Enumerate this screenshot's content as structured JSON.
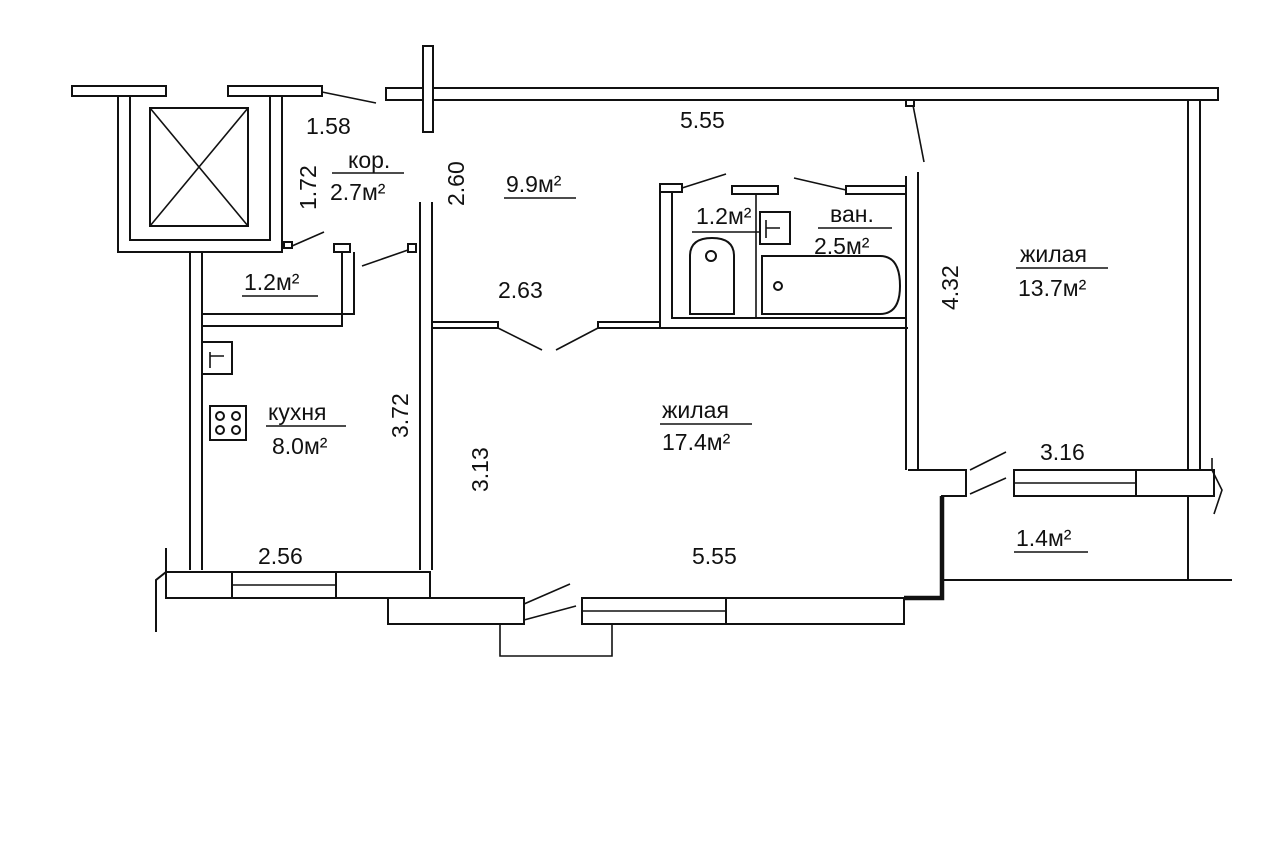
{
  "dimensions": {
    "d_1_58": "1.58",
    "d_5_55_top": "5.55",
    "d_1_72": "1.72",
    "d_2_60": "2.60",
    "d_2_63": "2.63",
    "d_4_32": "4.32",
    "d_3_72": "3.72",
    "d_3_13": "3.13",
    "d_3_16": "3.16",
    "d_2_56": "2.56",
    "d_5_55_bottom": "5.55"
  },
  "rooms": {
    "corridor_name": "кор.",
    "corridor_area": "2.7м²",
    "hall_area": "9.9м²",
    "wc_area": "1.2м²",
    "bath_name": "ван.",
    "bath_area": "2.5м²",
    "living_right_name": "жилая",
    "living_right_area": "13.7м²",
    "closet_area": "1.2м²",
    "kitchen_name": "кухня",
    "kitchen_area": "8.0м²",
    "living_main_name": "жилая",
    "living_main_area": "17.4м²",
    "balcony_area": "1.4м²"
  }
}
